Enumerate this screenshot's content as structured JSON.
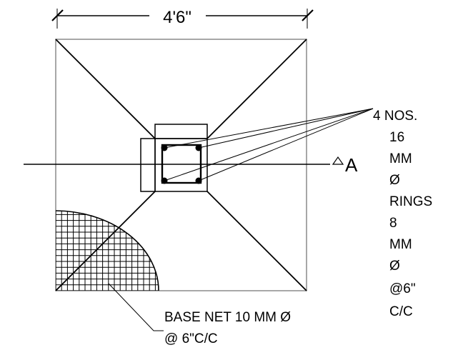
{
  "dimension": {
    "width_label": "4'6\""
  },
  "section_marker": {
    "letter": "A"
  },
  "column_reinforcement": {
    "lines": [
      "4 NOS.",
      "16",
      "MM",
      "Ø",
      "RINGS",
      "8",
      "MM",
      "Ø",
      "@6\"",
      "C/C"
    ]
  },
  "base_net": {
    "line1": "BASE NET 10 MM Ø",
    "line2": "@ 6\"C/C"
  }
}
